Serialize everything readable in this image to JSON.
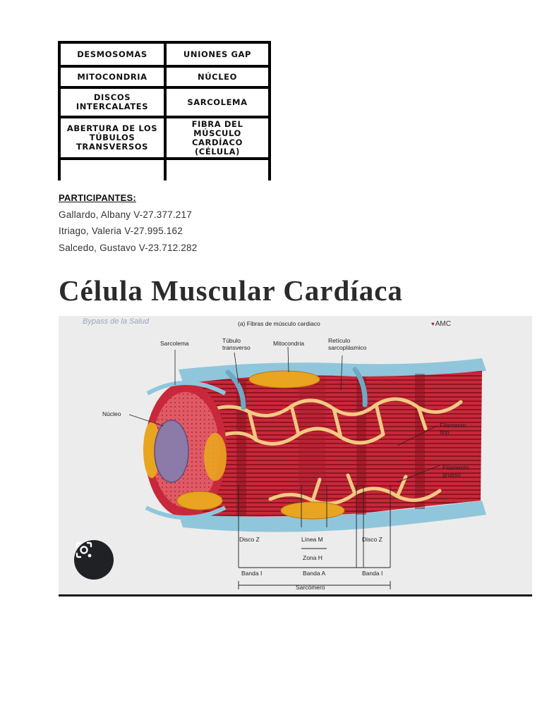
{
  "label_table": {
    "rows": [
      [
        "DESMOSOMAS",
        "UNIONES GAP"
      ],
      [
        "MITOCONDRIA",
        "NÚCLEO"
      ],
      [
        "DISCOS\nINTERCALATES",
        "SARCOLEMA"
      ],
      [
        "ABERTURA DE LOS\nTÚBULOS\nTRANSVERSOS",
        "FIBRA DEL\nMÚSCULO\nCARDÍACO\n(CÉLULA)"
      ],
      [
        "",
        ""
      ]
    ]
  },
  "participants": {
    "title": "PARTICIPANTES:",
    "people": [
      "Gallardo, Albany V-27.377.217",
      "Itriago, Valeria V-27.995.162",
      "Salcedo, Gustavo V-23.712.282"
    ]
  },
  "title": "Célula Muscular Cardíaca",
  "figure": {
    "watermark": "Bypass de la Salud",
    "caption": "(a) Fibras de músculo cardiaco",
    "brand": "AMC",
    "labels": {
      "sarcolema": "Sarcolema",
      "tubulo": "Túbulo\ntransverso",
      "mitocondria": "Mitocondria",
      "reticulo": "Retículo\nsarcoplásmico",
      "nucleo": "Núcleo",
      "filamento_fino": "Filamento\nfino",
      "filamento_grueso": "Filamento\ngrueso",
      "disco_z_left": "Disco Z",
      "linea_m": "Línea M",
      "disco_z_right": "Disco Z",
      "zona_h": "Zona H",
      "banda_i_left": "Banda I",
      "banda_a": "Banda A",
      "banda_i_right": "Banda I",
      "sarcomero": "Sarcómero"
    },
    "colors": {
      "fiber": "#c8283a",
      "fiber_stripe": "#8f1422",
      "sarcolemma": "#8fc6dc",
      "mitochondria": "#e9a420",
      "reticulum": "#f2c983",
      "nucleus": "#8c7aa8"
    }
  }
}
